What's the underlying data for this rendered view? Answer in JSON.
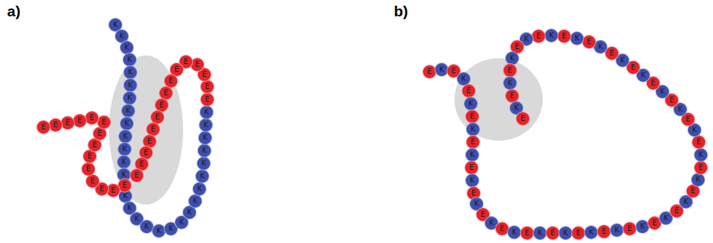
{
  "diagram": {
    "nodes": [
      {
        "text": [
          "K"
        ]
      },
      {
        "text": [
          "K"
        ]
      },
      {
        "text": [
          "K"
        ]
      },
      {
        "text": [
          "K"
        ]
      },
      {
        "text": [
          "K"
        ]
      },
      {
        "text": [
          "K"
        ]
      },
      {
        "text": [
          "K"
        ]
      },
      {
        "text": [
          "K"
        ]
      },
      {
        "text": [
          "K"
        ]
      },
      {
        "text": [
          "K"
        ]
      },
      {
        "text": [
          "K"
        ]
      },
      {
        "text": [
          "K"
        ]
      },
      {
        "text": [
          "K"
        ]
      },
      {
        "text": [
          "K"
        ]
      },
      {
        "text": [
          "K"
        ]
      },
      {
        "text": [
          "K"
        ]
      },
      {
        "text": [
          "K"
        ]
      },
      {
        "text": [
          "K"
        ]
      },
      {
        "text": [
          "K"
        ]
      },
      {
        "text": [
          "K"
        ]
      },
      {
        "text": [
          "K"
        ]
      },
      {
        "text": [
          "K"
        ]
      },
      {
        "text": [
          "K"
        ]
      },
      {
        "text": [
          "K"
        ]
      },
      {
        "text": [
          "K"
        ]
      },
      {
        "text": [
          "K"
        ]
      },
      {
        "text": [
          "K"
        ]
      },
      {
        "text": [
          "K"
        ]
      },
      {
        "text": [
          "K"
        ]
      },
      {
        "text": [
          "E"
        ]
      },
      {
        "text": [
          "E"
        ]
      },
      {
        "text": [
          "E"
        ]
      },
      {
        "text": [
          "E"
        ]
      },
      {
        "text": [
          "E"
        ]
      },
      {
        "text": [
          "E"
        ]
      },
      {
        "text": [
          "E"
        ]
      },
      {
        "text": [
          "E"
        ]
      },
      {
        "text": [
          "E"
        ]
      },
      {
        "text": [
          "E"
        ]
      },
      {
        "text": [
          "E"
        ]
      },
      {
        "text": [
          "E"
        ]
      },
      {
        "text": [
          "E"
        ]
      },
      {
        "text": [
          "E"
        ]
      },
      {
        "text": [
          "E"
        ]
      },
      {
        "text": [
          "E"
        ]
      },
      {
        "text": [
          "E"
        ]
      },
      {
        "text": [
          "E"
        ]
      },
      {
        "text": [
          "E"
        ]
      },
      {
        "text": [
          "E"
        ]
      },
      {
        "text": [
          "E"
        ]
      },
      {
        "text": [
          "E"
        ]
      },
      {
        "text": [
          "E"
        ]
      },
      {
        "text": [
          "E"
        ]
      },
      {
        "text": [
          "E"
        ]
      },
      {
        "text": [
          "E"
        ]
      },
      {
        "text": [
          "E"
        ]
      },
      {
        "text": [
          "E"
        ]
      },
      {
        "text": [
          "E"
        ]
      },
      {
        "text": [
          "E"
        ]
      },
      {
        "text": [
          "K"
        ]
      },
      {
        "text": [
          "E"
        ]
      },
      {
        "text": [
          "K"
        ]
      },
      {
        "text": [
          "E"
        ]
      },
      {
        "text": [
          "K"
        ]
      },
      {
        "text": [
          "E"
        ]
      },
      {
        "text": [
          "K"
        ]
      },
      {
        "text": [
          "E"
        ]
      },
      {
        "text": [
          "K"
        ]
      },
      {
        "text": [
          "E"
        ]
      },
      {
        "text": [
          "K"
        ]
      },
      {
        "text": [
          "E"
        ]
      },
      {
        "text": [
          "K"
        ]
      },
      {
        "text": [
          "E"
        ]
      },
      {
        "text": [
          "K"
        ]
      },
      {
        "text": [
          "E"
        ]
      },
      {
        "text": [
          "K"
        ]
      },
      {
        "text": [
          "E"
        ]
      },
      {
        "text": [
          "K"
        ]
      },
      {
        "text": [
          "E"
        ]
      },
      {
        "text": [
          "K"
        ]
      },
      {
        "text": [
          "E"
        ]
      },
      {
        "text": [
          "K"
        ]
      },
      {
        "text": [
          "E"
        ]
      },
      {
        "text": [
          "K"
        ]
      },
      {
        "text": [
          "E"
        ]
      },
      {
        "text": [
          "K"
        ]
      },
      {
        "text": [
          "E"
        ]
      },
      {
        "text": [
          "K"
        ]
      },
      {
        "text": [
          "E"
        ]
      },
      {
        "text": [
          "K"
        ]
      },
      {
        "text": [
          "E"
        ]
      },
      {
        "text": [
          "K"
        ]
      },
      {
        "text": [
          "E"
        ]
      },
      {
        "text": [
          "K"
        ]
      },
      {
        "text": [
          "E"
        ]
      },
      {
        "text": [
          "K"
        ]
      },
      {
        "text": [
          "E"
        ]
      },
      {
        "text": [
          "K"
        ]
      },
      {
        "text": [
          "E"
        ]
      },
      {
        "text": [
          "K"
        ]
      },
      {
        "text": [
          "E"
        ]
      },
      {
        "text": [
          "K"
        ]
      },
      {
        "text": [
          "E"
        ]
      },
      {
        "text": [
          "K"
        ]
      },
      {
        "text": [
          "E"
        ]
      },
      {
        "text": [
          "K"
        ]
      },
      {
        "text": [
          "E"
        ]
      },
      {
        "text": [
          "K"
        ]
      },
      {
        "text": [
          "E"
        ]
      },
      {
        "text": [
          "K"
        ]
      },
      {
        "text": [
          "E"
        ]
      },
      {
        "text": [
          "K"
        ]
      },
      {
        "text": [
          "E"
        ]
      },
      {
        "text": [
          "K"
        ]
      },
      {
        "text": [
          "E"
        ]
      },
      {
        "text": [
          "K"
        ]
      },
      {
        "text": [
          "E"
        ]
      },
      {
        "text": [
          "K"
        ]
      },
      {
        "text": [
          "E"
        ]
      }
    ],
    "labels": [
      "a)",
      "b)"
    ]
  }
}
